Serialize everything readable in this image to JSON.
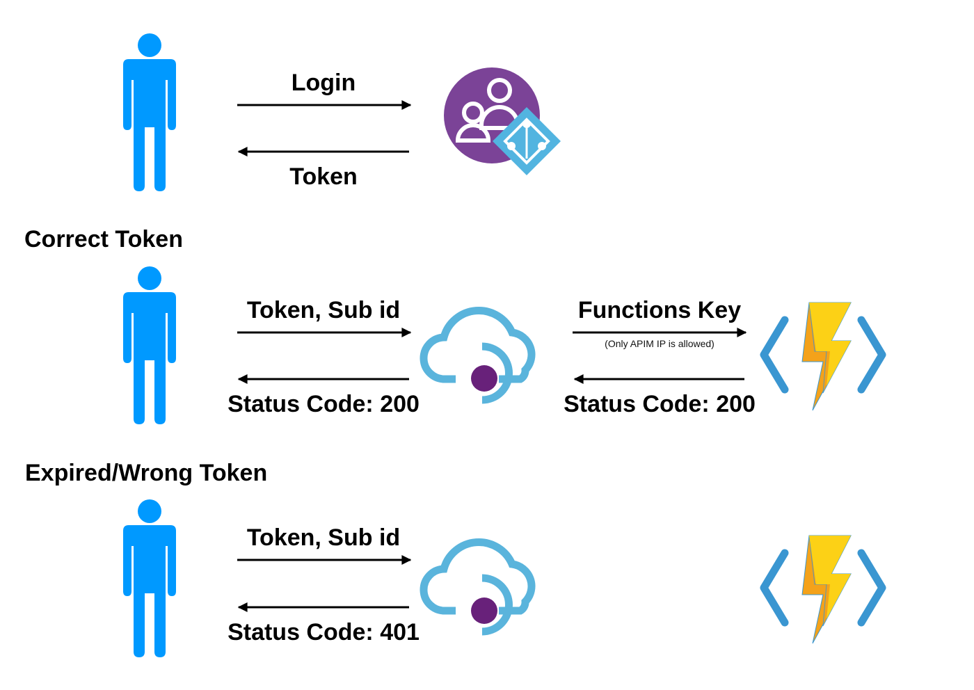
{
  "colors": {
    "person": "#0099ff",
    "arrow": "#000000",
    "aad_circle": "#7b4397",
    "aad_diamond": "#52b4e0",
    "apim_cloud": "#5ab4dc",
    "apim_dot": "#68217a",
    "func_bracket": "#3a96d1",
    "func_bolt_light": "#fcd116",
    "func_bolt_dark": "#f4a21a"
  },
  "icons": {
    "person": "person-icon",
    "aad": "azure-active-directory-icon",
    "apim": "api-management-icon",
    "functions": "azure-functions-icon"
  },
  "row1": {
    "login_label": "Login",
    "token_label": "Token"
  },
  "section_correct": "Correct Token",
  "row2": {
    "request_label": "Token, Sub id",
    "response_label": "Status Code: 200",
    "functions_key_label": "Functions Key",
    "note": "(Only APIM IP is allowed)",
    "functions_response_label": "Status Code: 200"
  },
  "section_expired": "Expired/Wrong Token",
  "row3": {
    "request_label": "Token, Sub id",
    "response_label": "Status Code: 401"
  }
}
